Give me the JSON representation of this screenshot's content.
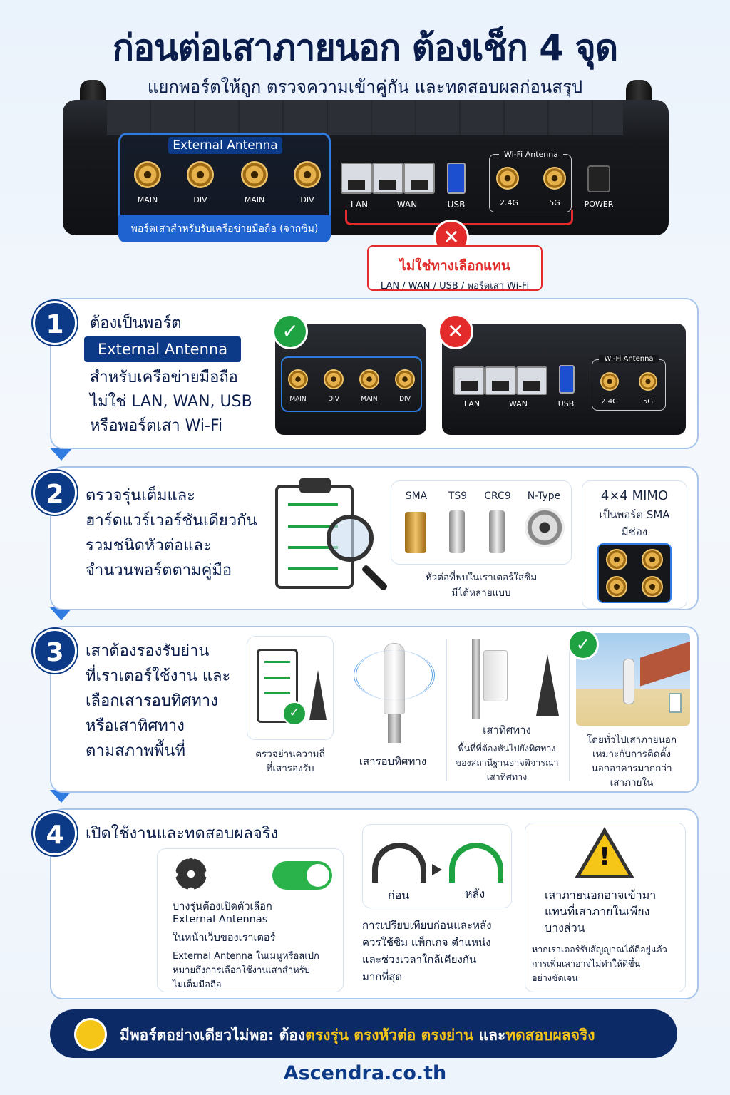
{
  "header": {
    "title": "ก่อนต่อเสาภายนอก ต้องเช็ก 4 จุด",
    "subtitle": "แยกพอร์ตให้ถูก ตรวจความเข้าคู่กัน และทดสอบผลก่อนสรุป"
  },
  "router": {
    "ext_title": "External Antenna",
    "ext_ports": [
      "MAIN",
      "DIV",
      "MAIN",
      "DIV"
    ],
    "ext_caption": "พอร์ตเสาสำหรับรับเครือข่ายมือถือ (จากซิม)",
    "lan": "LAN",
    "wan": "WAN",
    "usb": "USB",
    "wifi_title": "Wi-Fi Antenna",
    "wifi_ports": [
      "2.4G",
      "5G"
    ],
    "power": "POWER",
    "wrong_title": "ไม่ใช่ทางเลือกแทน",
    "wrong_sub": "LAN / WAN / USB / พอร์ตเสา Wi-Fi",
    "x_mark": "✕"
  },
  "step1": {
    "num": "1",
    "l1": "ต้องเป็นพอร์ต",
    "badge": "External Antenna",
    "l2": "สำหรับเครือข่ายมือถือ",
    "l3": "ไม่ใช่ LAN, WAN, USB",
    "l4": "หรือพอร์ตเสา Wi-Fi",
    "check": "✓",
    "cross": "✕"
  },
  "step2": {
    "num": "2",
    "lines": [
      "ตรวจรุ่นเต็มและ",
      "ฮาร์ดแวร์เวอร์ชันเดียวกัน",
      "รวมชนิดหัวต่อและ",
      "จำนวนพอร์ตตามคู่มือ"
    ],
    "connectors": [
      "SMA",
      "TS9",
      "CRC9",
      "N-Type"
    ],
    "conn_caption1": "หัวต่อที่พบในเราเตอร์ใส่ซิม",
    "conn_caption2": "มีได้หลายแบบ",
    "mimo1": "4×4 MIMO",
    "mimo2": "เป็นพอร์ต SMA",
    "mimo3": "มีช่อง"
  },
  "step3": {
    "num": "3",
    "lines": [
      "เสาต้องรองรับย่าน",
      "ที่เราเตอร์ใช้งาน และ",
      "เลือกเสารอบทิศทาง",
      "หรือเสาทิศทาง",
      "ตามสภาพพื้นที่"
    ],
    "c1a": "ตรวจย่านความถี่",
    "c1b": "ที่เสารองรับ",
    "c2": "เสารอบทิศทาง",
    "c3t": "เสาทิศทาง",
    "c3a": "พื้นที่ที่ต้องหันไปยังทิศทาง",
    "c3b": "ของสถานีฐานอาจพิจารณา",
    "c3c": "เสาทิศทาง",
    "c4a": "โดยทั่วไปเสาภายนอก",
    "c4b": "เหมาะกับการติดตั้ง",
    "c4c": "นอกอาคารมากกว่า",
    "c4d": "เสาภายใน"
  },
  "step4": {
    "num": "4",
    "title": "เปิดใช้งานและทดสอบผลจริง",
    "a1": "บางรุ่นต้องเปิดตัวเลือก",
    "a2": "External Antennas",
    "a3": "ในหน้าเว็บของเราเตอร์",
    "a4": "External Antenna ในเมนูหรือสเปก",
    "a5": "หมายถึงการเลือกใช้งานเสาสำหรับ",
    "a6": "ไมเต็มมือถือ",
    "before": "ก่อน",
    "after": "หลัง",
    "b1": "การเปรียบเทียบก่อนและหลัง",
    "b2": "ควรใช้ซิม แพ็กเกจ ตำแหน่ง",
    "b3": "และช่วงเวลาใกล้เคียงกัน",
    "b4": "มากที่สุด",
    "w1": "เสาภายนอกอาจเข้ามา",
    "w2": "แทนที่เสาภายในเพียง",
    "w3": "บางส่วน",
    "w4": "หากเราเตอร์รับสัญญาณได้ดีอยู่แล้ว",
    "w5": "การเพิ่มเสาอาจไม่ทำให้ดีขึ้น",
    "w6": "อย่างชัดเจน",
    "warn_sym": "!"
  },
  "banner": {
    "p1": "มีพอร์ตอย่างเดียวไม่พอ: ต้อง",
    "p2": "ตรงรุ่น ตรงหัวต่อ ตรงย่าน",
    "p3": " และ",
    "p4": "ทดสอบผลจริง"
  },
  "footer": {
    "site": "Ascendra.co.th"
  },
  "colors": {
    "navy": "#0b2a66",
    "blue": "#2f7be0",
    "red": "#e32b2b",
    "green": "#1fa342",
    "yellow": "#f5c518"
  }
}
